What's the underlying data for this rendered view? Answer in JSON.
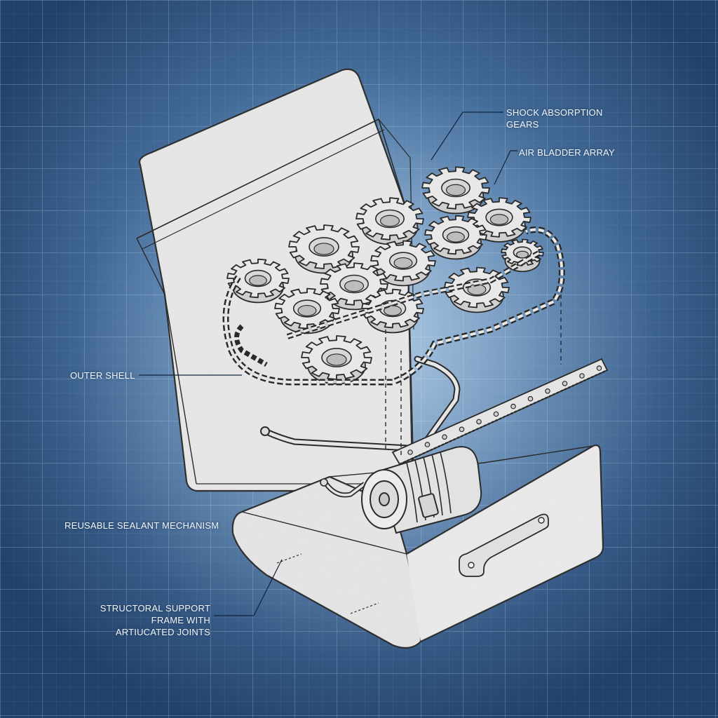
{
  "colors": {
    "background_edge": "#22416a",
    "background_center": "#8fb7de",
    "grid_line": "#9cc0e6",
    "paper_fill": "#ececec",
    "ink": "#2a2a2a",
    "label_text": "#f2f6fb",
    "leader_line": "#10243d"
  },
  "labels": {
    "shock_absorption": [
      "SHOCK ABSORPTION",
      "GEARS"
    ],
    "air_bladder": [
      "AIR BLADDER ARRAY"
    ],
    "outer_shell": [
      "OUTER SHELL"
    ],
    "sealant": [
      "REUSABLE SEALANT MECHANISM"
    ],
    "support_frame": [
      "STRUCTORAL SUPPORT",
      "FRAME WITH",
      "ARTIUCATED JOINTS"
    ]
  },
  "icons": [
    "gear-icon",
    "chain-icon",
    "motor-icon",
    "toothed-rack-icon",
    "hose-icon"
  ]
}
